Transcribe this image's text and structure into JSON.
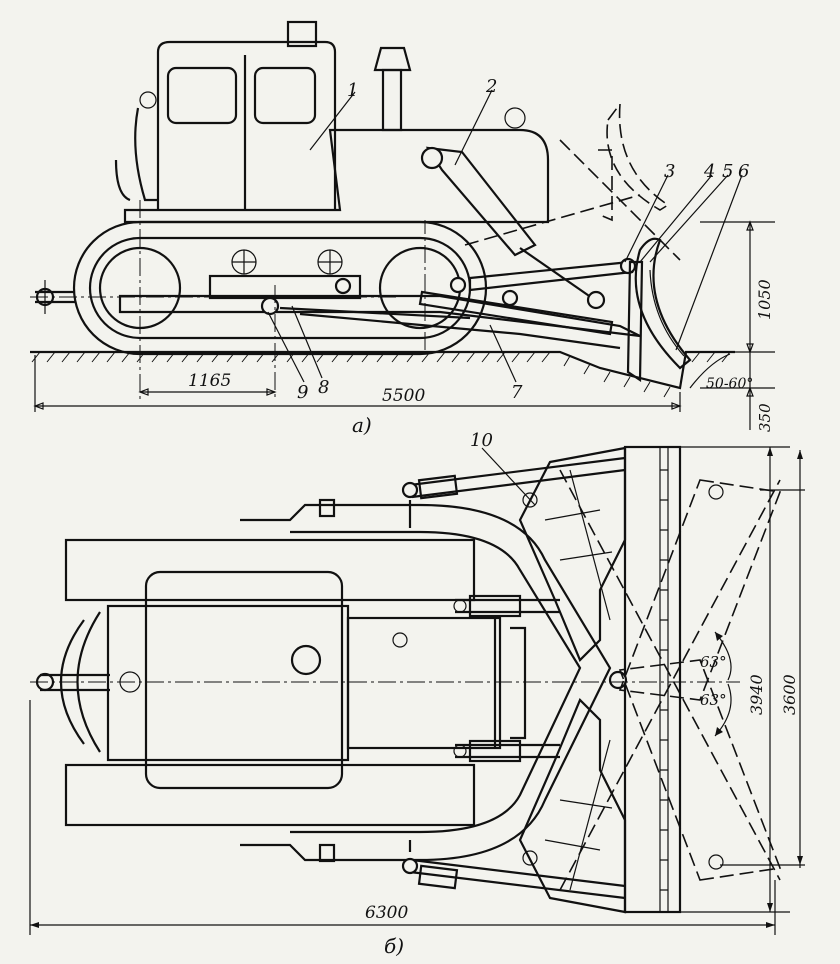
{
  "side_view": {
    "callouts": [
      "1",
      "2",
      "3",
      "4",
      "5",
      "6",
      "7",
      "8",
      "9"
    ],
    "dims": {
      "track_offset": "1165",
      "length": "5500",
      "lift_height": "1050",
      "dig_depth": "350",
      "cut_angle": "50-60°"
    },
    "caption": "a)"
  },
  "top_view": {
    "callout": "10",
    "dims": {
      "overall_length": "6300",
      "blade_width_angled": "3940",
      "blade_width": "3600",
      "angle_upper": "63°",
      "angle_lower": "63°"
    },
    "caption": "б)"
  }
}
